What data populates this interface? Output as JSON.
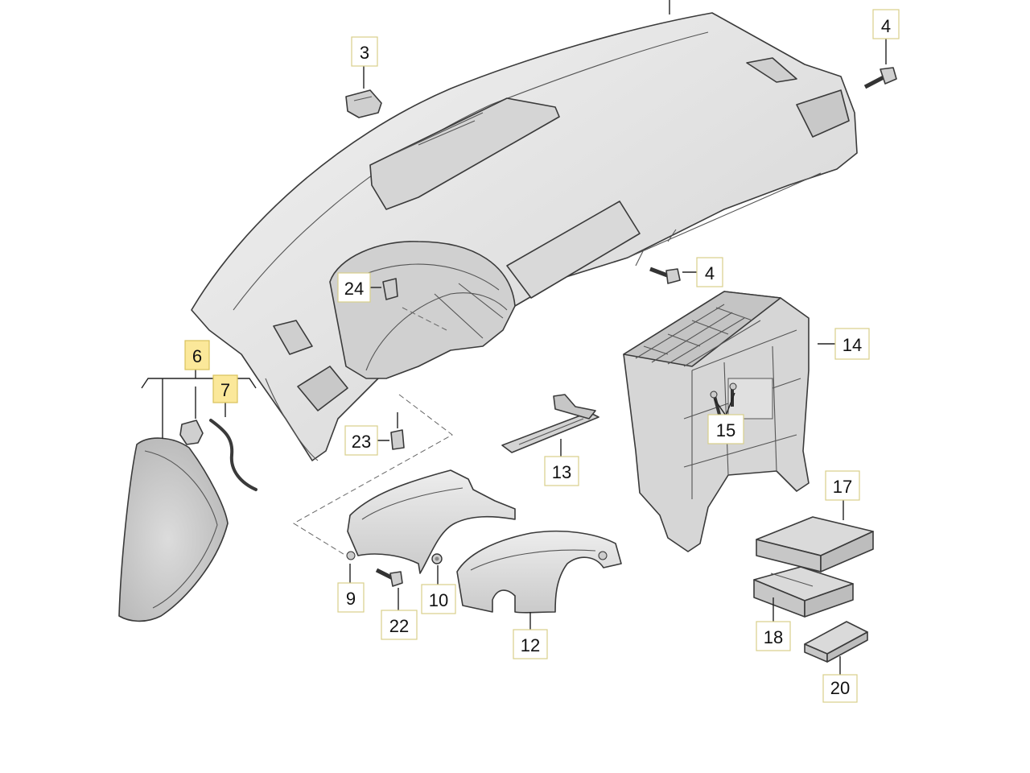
{
  "callouts": {
    "c3": "3",
    "c4a": "4",
    "c4b": "4",
    "c24": "24",
    "c6": "6",
    "c7": "7",
    "c14": "14",
    "c15": "15",
    "c23": "23",
    "c13": "13",
    "c17": "17",
    "c9": "9",
    "c10": "10",
    "c22": "22",
    "c12": "12",
    "c18": "18",
    "c20": "20"
  },
  "colors": {
    "highlight": "#fbe89a",
    "part_fill": "#e6e6e6",
    "part_shade": "#cfcfcf",
    "outline": "#3a3a3a"
  }
}
